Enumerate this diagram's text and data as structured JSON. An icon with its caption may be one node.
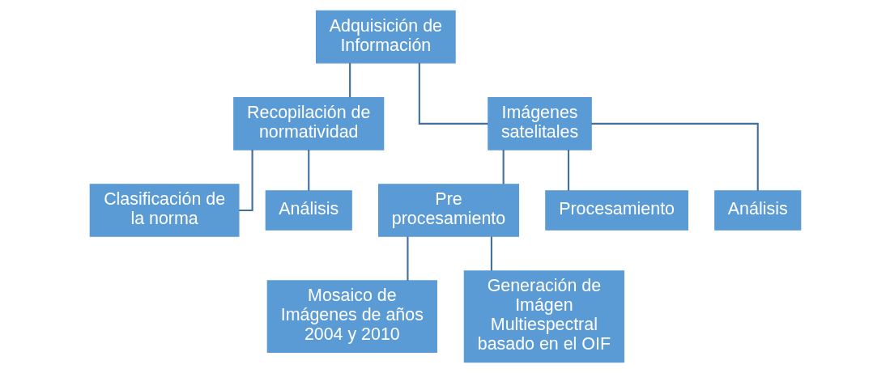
{
  "diagram": {
    "nodes": [
      {
        "text": [
          "Adquisición de Información"
        ]
      },
      {
        "text": [
          "Recopilación de normatividad"
        ]
      },
      {
        "text": [
          "Imágenes satelitales"
        ]
      },
      {
        "text": [
          "Clasificación de la norma"
        ]
      },
      {
        "text": [
          "Análisis"
        ]
      },
      {
        "text": [
          "Pre procesamiento"
        ]
      },
      {
        "text": [
          "Procesamiento"
        ]
      },
      {
        "text": [
          "Análisis"
        ]
      },
      {
        "text": [
          "Mosaico de Imágenes de años 2004 y 2010"
        ]
      },
      {
        "text": [
          "Generación de Imágen Multiespectral basado en el OIF"
        ]
      }
    ],
    "edges": [
      {
        "from": 0,
        "to": 1,
        "arrow": "none"
      },
      {
        "from": 0,
        "to": 2,
        "arrow": "none"
      },
      {
        "from": 1,
        "to": 3,
        "arrow": "none"
      },
      {
        "from": 1,
        "to": 4,
        "arrow": "none"
      },
      {
        "from": 2,
        "to": 5,
        "arrow": "none"
      },
      {
        "from": 2,
        "to": 6,
        "arrow": "none"
      },
      {
        "from": 2,
        "to": 7,
        "arrow": "none"
      },
      {
        "from": 5,
        "to": 8,
        "arrow": "none"
      },
      {
        "from": 5,
        "to": 9,
        "arrow": "none"
      }
    ]
  }
}
